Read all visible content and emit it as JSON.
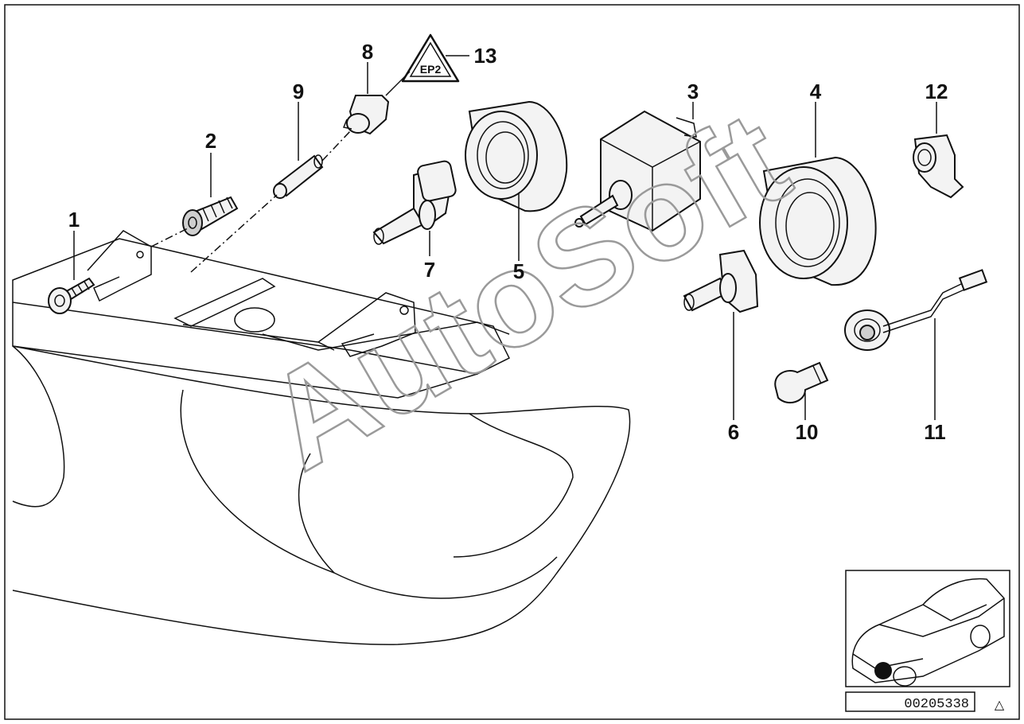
{
  "watermark": "AutoSoft",
  "callouts": [
    "1",
    "2",
    "3",
    "4",
    "5",
    "6",
    "7",
    "8",
    "9",
    "10",
    "11",
    "12",
    "13"
  ],
  "warning_symbol_text": "EP2",
  "reference_number": "00205338",
  "corner_symbol": "△"
}
